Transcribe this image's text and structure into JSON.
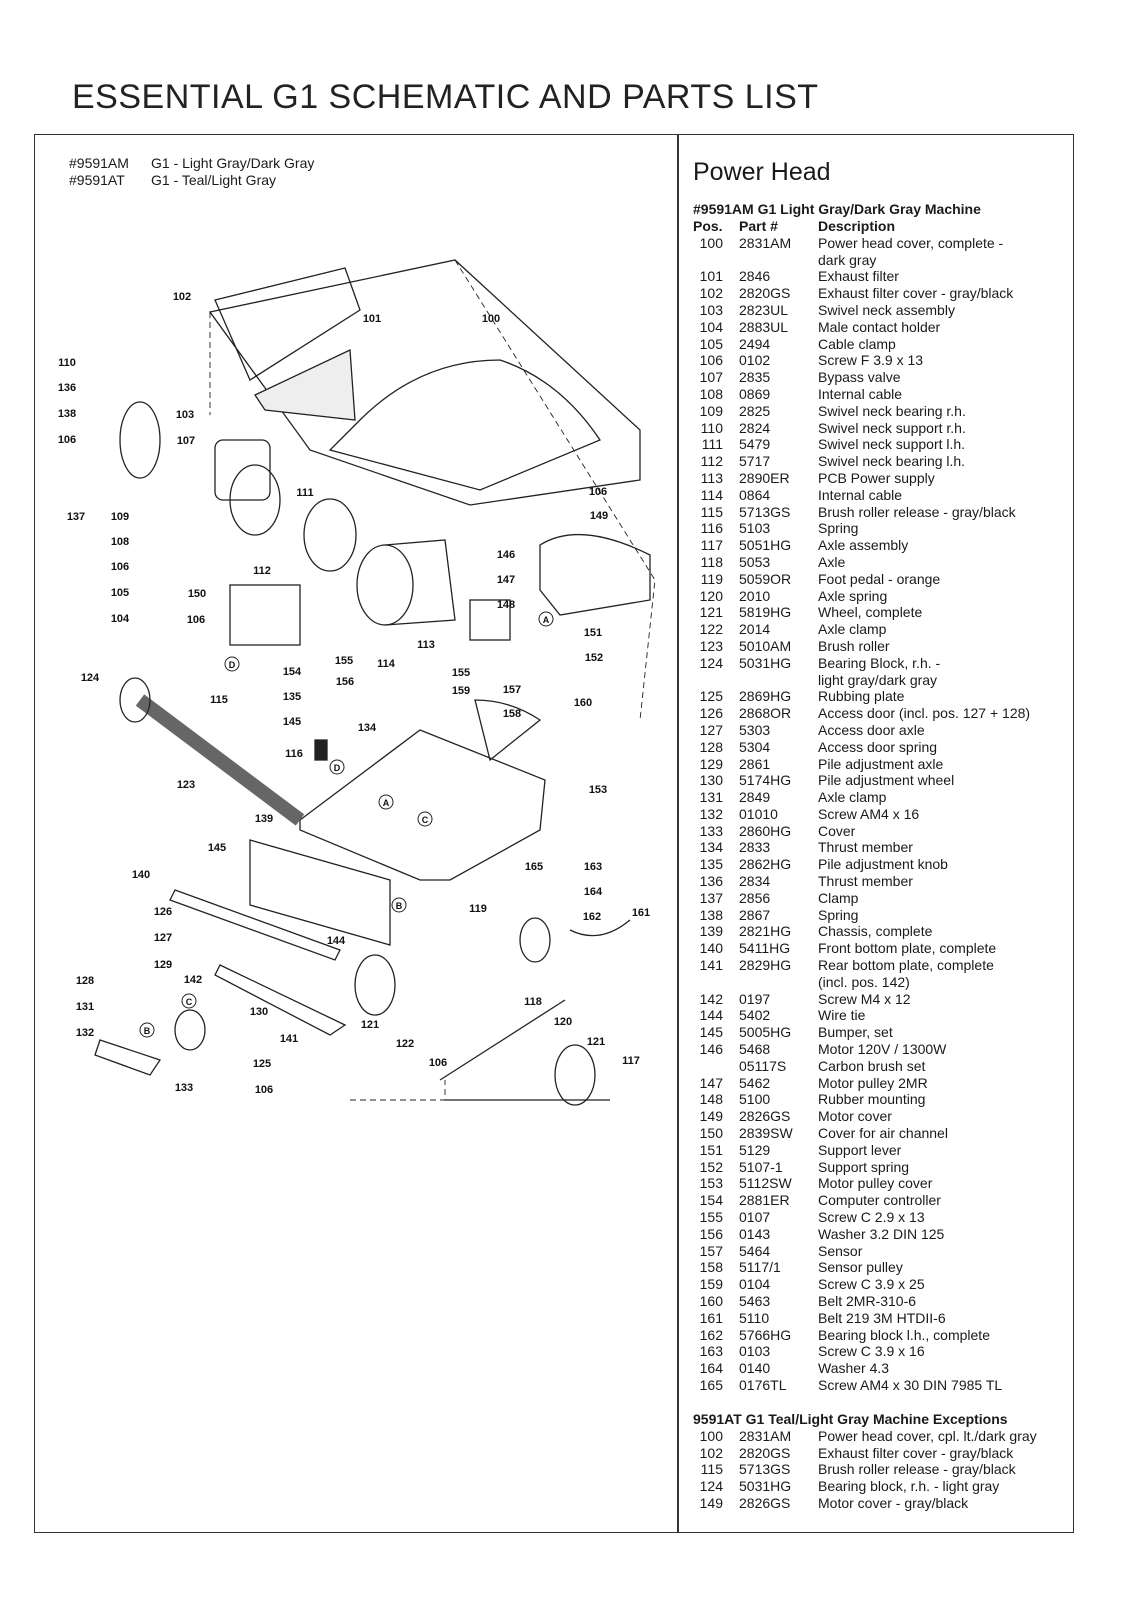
{
  "title": "ESSENTIAL G1 SCHEMATIC AND PARTS LIST",
  "models": [
    {
      "code": "#9591AM",
      "name": "G1 - Light Gray/Dark Gray"
    },
    {
      "code": "#9591AT",
      "name": "G1 - Teal/Light Gray"
    }
  ],
  "section_title": "Power Head",
  "main_list": {
    "heading": "#9591AM G1 Light Gray/Dark Gray Machine",
    "columns": [
      "Pos.",
      "Part #",
      "Description"
    ],
    "rows": [
      {
        "pos": "100",
        "part": "2831AM",
        "desc": "Power head cover, complete -\ndark gray"
      },
      {
        "pos": "101",
        "part": "2846",
        "desc": "Exhaust filter"
      },
      {
        "pos": "102",
        "part": "2820GS",
        "desc": "Exhaust filter cover - gray/black"
      },
      {
        "pos": "103",
        "part": "2823UL",
        "desc": "Swivel neck assembly"
      },
      {
        "pos": "104",
        "part": "2883UL",
        "desc": "Male contact holder"
      },
      {
        "pos": "105",
        "part": "2494",
        "desc": "Cable clamp"
      },
      {
        "pos": "106",
        "part": "0102",
        "desc": "Screw F 3.9 x 13"
      },
      {
        "pos": "107",
        "part": "2835",
        "desc": "Bypass valve"
      },
      {
        "pos": "108",
        "part": "0869",
        "desc": "Internal cable"
      },
      {
        "pos": "109",
        "part": "2825",
        "desc": "Swivel neck bearing r.h."
      },
      {
        "pos": "110",
        "part": "2824",
        "desc": "Swivel neck support r.h."
      },
      {
        "pos": "111",
        "part": "5479",
        "desc": "Swivel neck support l.h."
      },
      {
        "pos": "112",
        "part": "5717",
        "desc": "Swivel neck bearing l.h."
      },
      {
        "pos": "113",
        "part": "2890ER",
        "desc": "PCB Power supply"
      },
      {
        "pos": "114",
        "part": "0864",
        "desc": "Internal cable"
      },
      {
        "pos": "115",
        "part": "5713GS",
        "desc": "Brush roller release - gray/black"
      },
      {
        "pos": "116",
        "part": "5103",
        "desc": "Spring"
      },
      {
        "pos": "117",
        "part": "5051HG",
        "desc": "Axle assembly"
      },
      {
        "pos": "118",
        "part": "5053",
        "desc": "Axle"
      },
      {
        "pos": "119",
        "part": "5059OR",
        "desc": "Foot pedal - orange"
      },
      {
        "pos": "120",
        "part": "2010",
        "desc": "Axle spring"
      },
      {
        "pos": "121",
        "part": "5819HG",
        "desc": "Wheel, complete"
      },
      {
        "pos": "122",
        "part": "2014",
        "desc": "Axle clamp"
      },
      {
        "pos": "123",
        "part": "5010AM",
        "desc": "Brush roller"
      },
      {
        "pos": "124",
        "part": "5031HG",
        "desc": "Bearing Block, r.h. -\nlight gray/dark gray"
      },
      {
        "pos": "125",
        "part": "2869HG",
        "desc": "Rubbing plate"
      },
      {
        "pos": "126",
        "part": "2868OR",
        "desc": "Access door (incl. pos. 127 + 128)"
      },
      {
        "pos": "127",
        "part": "5303",
        "desc": "Access door axle"
      },
      {
        "pos": "128",
        "part": "5304",
        "desc": "Access door spring"
      },
      {
        "pos": "129",
        "part": "2861",
        "desc": "Pile adjustment axle"
      },
      {
        "pos": "130",
        "part": "5174HG",
        "desc": "Pile adjustment wheel"
      },
      {
        "pos": "131",
        "part": "2849",
        "desc": "Axle clamp"
      },
      {
        "pos": "132",
        "part": "01010",
        "desc": "Screw AM4 x 16"
      },
      {
        "pos": "133",
        "part": "2860HG",
        "desc": "Cover"
      },
      {
        "pos": "134",
        "part": "2833",
        "desc": "Thrust member"
      },
      {
        "pos": "135",
        "part": "2862HG",
        "desc": "Pile adjustment knob"
      },
      {
        "pos": "136",
        "part": "2834",
        "desc": "Thrust member"
      },
      {
        "pos": "137",
        "part": "2856",
        "desc": "Clamp"
      },
      {
        "pos": "138",
        "part": "2867",
        "desc": "Spring"
      },
      {
        "pos": "139",
        "part": "2821HG",
        "desc": "Chassis, complete"
      },
      {
        "pos": "140",
        "part": "5411HG",
        "desc": "Front bottom plate, complete"
      },
      {
        "pos": "141",
        "part": "2829HG",
        "desc": "Rear bottom plate, complete\n(incl. pos. 142)"
      },
      {
        "pos": "142",
        "part": "0197",
        "desc": "Screw M4 x 12"
      },
      {
        "pos": "144",
        "part": "5402",
        "desc": "Wire tie"
      },
      {
        "pos": "145",
        "part": "5005HG",
        "desc": "Bumper, set"
      },
      {
        "pos": "146",
        "part": "5468",
        "desc": "Motor 120V / 1300W"
      },
      {
        "pos": "",
        "part": "05117S",
        "desc": "Carbon brush set"
      },
      {
        "pos": "147",
        "part": "5462",
        "desc": "Motor pulley 2MR"
      },
      {
        "pos": "148",
        "part": "5100",
        "desc": "Rubber mounting"
      },
      {
        "pos": "149",
        "part": "2826GS",
        "desc": "Motor cover"
      },
      {
        "pos": "150",
        "part": "2839SW",
        "desc": "Cover for air channel"
      },
      {
        "pos": "151",
        "part": "5129",
        "desc": "Support lever"
      },
      {
        "pos": "152",
        "part": "5107-1",
        "desc": "Support spring"
      },
      {
        "pos": "153",
        "part": "5112SW",
        "desc": "Motor pulley cover"
      },
      {
        "pos": "154",
        "part": "2881ER",
        "desc": "Computer controller"
      },
      {
        "pos": "155",
        "part": "0107",
        "desc": "Screw C 2.9 x 13"
      },
      {
        "pos": "156",
        "part": "0143",
        "desc": "Washer 3.2 DIN 125"
      },
      {
        "pos": "157",
        "part": "5464",
        "desc": "Sensor"
      },
      {
        "pos": "158",
        "part": "5117/1",
        "desc": "Sensor pulley"
      },
      {
        "pos": "159",
        "part": "0104",
        "desc": "Screw C 3.9 x 25"
      },
      {
        "pos": "160",
        "part": "5463",
        "desc": "Belt 2MR-310-6"
      },
      {
        "pos": "161",
        "part": "5110",
        "desc": "Belt 219 3M HTDII-6"
      },
      {
        "pos": "162",
        "part": "5766HG",
        "desc": "Bearing block l.h., complete"
      },
      {
        "pos": "163",
        "part": "0103",
        "desc": "Screw C 3.9 x 16"
      },
      {
        "pos": "164",
        "part": "0140",
        "desc": "Washer 4.3"
      },
      {
        "pos": "165",
        "part": "0176TL",
        "desc": "Screw AM4 x 30 DIN 7985 TL"
      }
    ]
  },
  "exceptions": {
    "heading": "9591AT G1 Teal/Light Gray Machine Exceptions",
    "rows": [
      {
        "pos": "100",
        "part": "2831AM",
        "desc": "Power head cover, cpl. lt./dark gray"
      },
      {
        "pos": "102",
        "part": "2820GS",
        "desc": "Exhaust filter cover - gray/black"
      },
      {
        "pos": "115",
        "part": "5713GS",
        "desc": "Brush roller release - gray/black"
      },
      {
        "pos": "124",
        "part": "5031HG",
        "desc": "Bearing block, r.h. - light gray"
      },
      {
        "pos": "149",
        "part": "2826GS",
        "desc": "Motor cover - gray/black"
      }
    ]
  },
  "diagram_callouts": [
    "102",
    "101",
    "100",
    "110",
    "136",
    "138",
    "103",
    "106",
    "107",
    "137",
    "109",
    "111",
    "106",
    "149",
    "108",
    "146",
    "106",
    "112",
    "147",
    "105",
    "150",
    "148",
    "104",
    "106",
    "A",
    "151",
    "113",
    "152",
    "155",
    "114",
    "D",
    "154",
    "155",
    "124",
    "156",
    "159",
    "157",
    "115",
    "135",
    "160",
    "145",
    "158",
    "134",
    "116",
    "D",
    "123",
    "153",
    "A",
    "C",
    "139",
    "145",
    "140",
    "165",
    "163",
    "164",
    "B",
    "119",
    "126",
    "162",
    "161",
    "127",
    "144",
    "129",
    "142",
    "128",
    "C",
    "118",
    "130",
    "131",
    "141",
    "120",
    "121",
    "B",
    "132",
    "122",
    "121",
    "125",
    "106",
    "117",
    "133",
    "106"
  ]
}
